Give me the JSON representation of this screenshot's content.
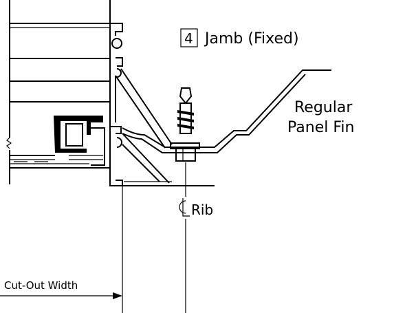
{
  "detail": {
    "number": "4",
    "title": "Jamb (Fixed)"
  },
  "labels": {
    "fin_line1": "Regular",
    "fin_line2": "Panel Fin",
    "centerline": "Rib",
    "dimension": "Cut-Out Width"
  }
}
